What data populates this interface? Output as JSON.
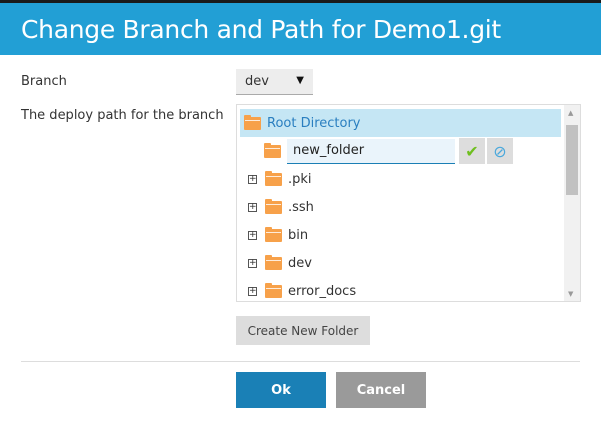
{
  "dialog": {
    "title": "Change Branch and Path for Demo1.git"
  },
  "branch": {
    "label": "Branch",
    "value": "dev"
  },
  "path": {
    "label": "The deploy path for the branch"
  },
  "tree": {
    "root": "Root Directory",
    "new_folder_value": "new_folder",
    "items": [
      ".pki",
      ".ssh",
      "bin",
      "dev",
      "error_docs"
    ]
  },
  "buttons": {
    "create": "Create New Folder",
    "ok": "Ok",
    "cancel": "Cancel"
  },
  "colors": {
    "header": "#229fd5",
    "ok": "#1a80b6",
    "cancel": "#9a9a9a",
    "folder": "#f7a14a",
    "selected": "#c5e6f4"
  }
}
